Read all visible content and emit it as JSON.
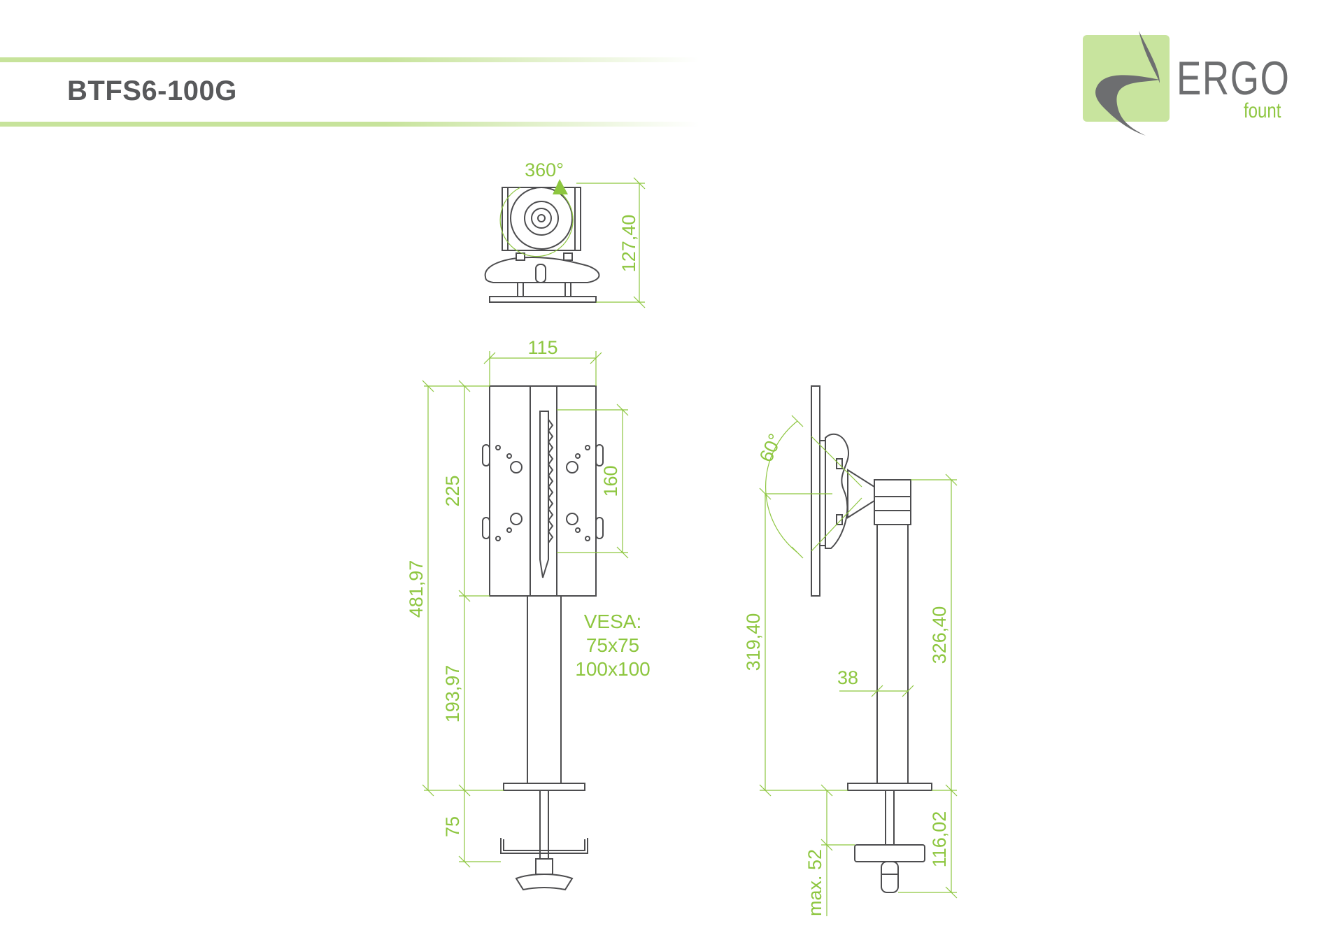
{
  "header": {
    "title": "BTFS6-100G"
  },
  "logo": {
    "word": "ERGO",
    "sub": "fount"
  },
  "colors": {
    "accent": "#8dc63f",
    "band": "#c7e39b",
    "logo_box": "#c8e49e",
    "line": "#4d4d4f",
    "gray_text": "#58595b"
  },
  "annotations": {
    "rotation": "360°",
    "tilt": "60°",
    "vesa_label": "VESA:",
    "vesa_1": "75x75",
    "vesa_2": "100x100"
  },
  "dimensions": {
    "top_height": "127,40",
    "plate_width": "115",
    "total_height": "481,97",
    "plate_height": "225",
    "vesa_span": "160",
    "pole_height": "193,97",
    "clamp_height": "75",
    "side_height": "319,40",
    "pole_diameter": "38",
    "side_total": "326,40",
    "clamp_max": "max. 52",
    "clamp_total": "116,02"
  }
}
